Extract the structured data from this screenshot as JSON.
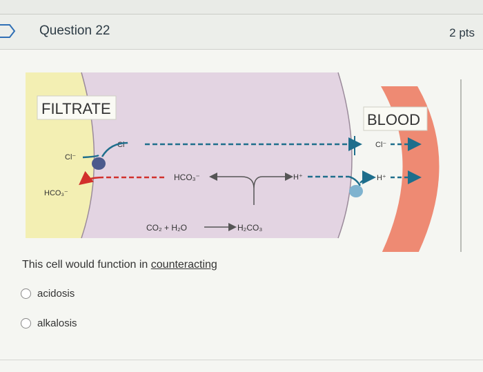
{
  "question": {
    "title": "Question 22",
    "points": "2 pts"
  },
  "figure": {
    "filtrate_label": "FILTRATE",
    "blood_label": "BLOOD",
    "ions": {
      "cl_left": "Cl⁻",
      "cl_top": "Cl⁻",
      "cl_blood": "Cl⁻",
      "hco3_filtrate": "HCO₃⁻",
      "hco3_cell": "HCO₃⁻",
      "h_cell": "H⁺",
      "h_blood": "H⁺",
      "co2_h2o": "CO₂ + H₂O",
      "h2co3": "H₂CO₃"
    },
    "colors": {
      "filtrate": "#f3efb3",
      "cell": "#e3d4e2",
      "blood": "#ee8a73",
      "cl_channel": "#4b5a8c",
      "h_pump": "#7fb3cf",
      "cl_arrow": "#1e6e8c",
      "red_arrow": "#d2302c"
    }
  },
  "prompt": {
    "text_before": "This cell would function in ",
    "term": "counteracting"
  },
  "answers": [
    {
      "label": "acidosis"
    },
    {
      "label": "alkalosis"
    }
  ]
}
